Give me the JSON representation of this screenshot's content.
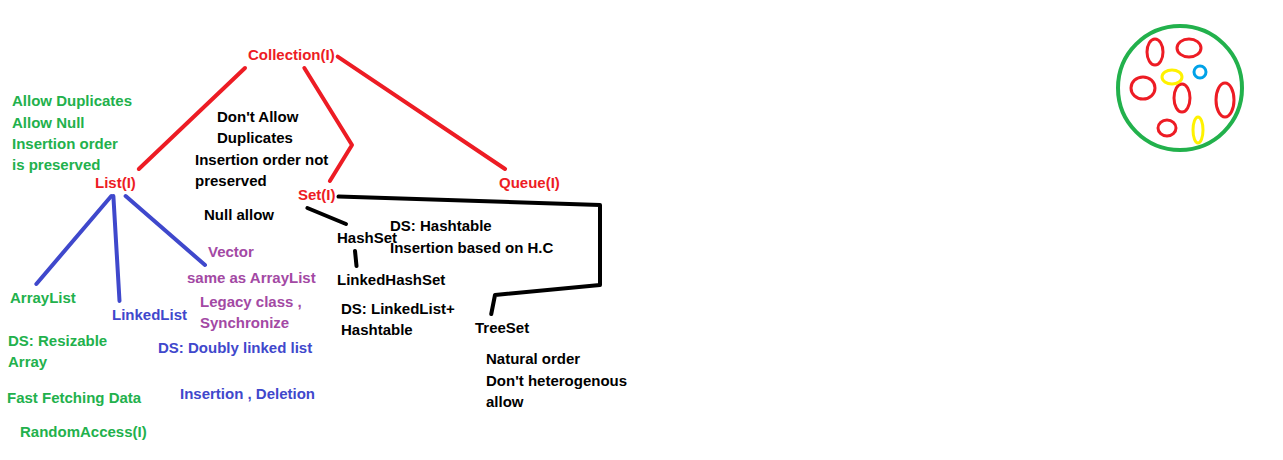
{
  "diagram": {
    "nodes": [
      {
        "text": [
          "Collection(I)"
        ]
      },
      {
        "text": [
          "List(I)"
        ]
      },
      {
        "text": [
          "Set(I)"
        ]
      },
      {
        "text": [
          "Queue(I)"
        ]
      },
      {
        "text": [
          "ArrayList"
        ]
      },
      {
        "text": [
          "LinkedList"
        ]
      },
      {
        "text": [
          "Vector"
        ]
      },
      {
        "text": [
          "HashSet"
        ]
      },
      {
        "text": [
          "LinkedHashSet"
        ]
      },
      {
        "text": [
          "TreeSet"
        ]
      }
    ],
    "edges": [
      {
        "from": 0,
        "to": 1,
        "arrow": "none"
      },
      {
        "from": 0,
        "to": 2,
        "arrow": "none"
      },
      {
        "from": 0,
        "to": 3,
        "arrow": "none"
      },
      {
        "from": 1,
        "to": 4,
        "arrow": "none"
      },
      {
        "from": 1,
        "to": 5,
        "arrow": "none"
      },
      {
        "from": 1,
        "to": 6,
        "arrow": "none"
      },
      {
        "from": 2,
        "to": 7,
        "arrow": "none"
      },
      {
        "from": 7,
        "to": 8,
        "arrow": "none"
      },
      {
        "from": 2,
        "to": 9,
        "arrow": "none"
      }
    ],
    "labels": [
      "Allow Duplicates",
      "Allow Null",
      "Insertion order is preserved",
      "Don't Allow Duplicates",
      "Insertion order not preserved",
      "Null allow",
      "same as ArrayList",
      "Legacy class , Synchronize",
      "DS: Resizable Array",
      "DS: Doubly linked list",
      "Insertion , Deletion",
      "Fast Fetching Data",
      "RandomAccess(I)",
      "DS: Hashtable",
      "Insertion based on H.C",
      "DS: LinkedList+ Hashtable",
      "Natural order",
      "Don't heterogenous allow"
    ]
  }
}
